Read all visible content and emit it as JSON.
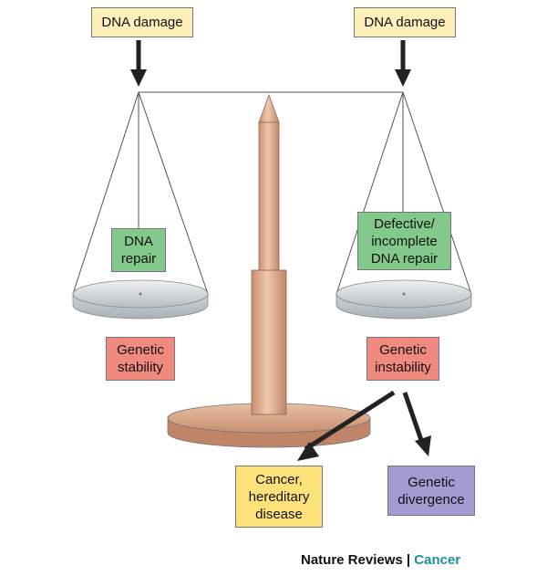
{
  "labels": {
    "dna_damage_left": "DNA damage",
    "dna_damage_right": "DNA damage",
    "dna_repair": "DNA\nrepair",
    "defective_repair": "Defective/\nincomplete\nDNA repair",
    "genetic_stability": "Genetic\nstability",
    "genetic_instability": "Genetic\ninstability",
    "cancer": "Cancer,\nhereditary\ndisease",
    "genetic_divergence": "Genetic\ndivergence"
  },
  "credit": {
    "journal": "Nature Reviews",
    "separator": " | ",
    "section": "Cancer"
  },
  "colors": {
    "yellow_box": "#fdf1b9",
    "green_box": "#82c98b",
    "red_box": "#f08a7e",
    "gold_box": "#fde27a",
    "purple_box": "#a59bd3",
    "balance_wood": "#d9a98c",
    "pan_metal": "#c9cfd3",
    "accent_teal": "#1a8fa0"
  }
}
